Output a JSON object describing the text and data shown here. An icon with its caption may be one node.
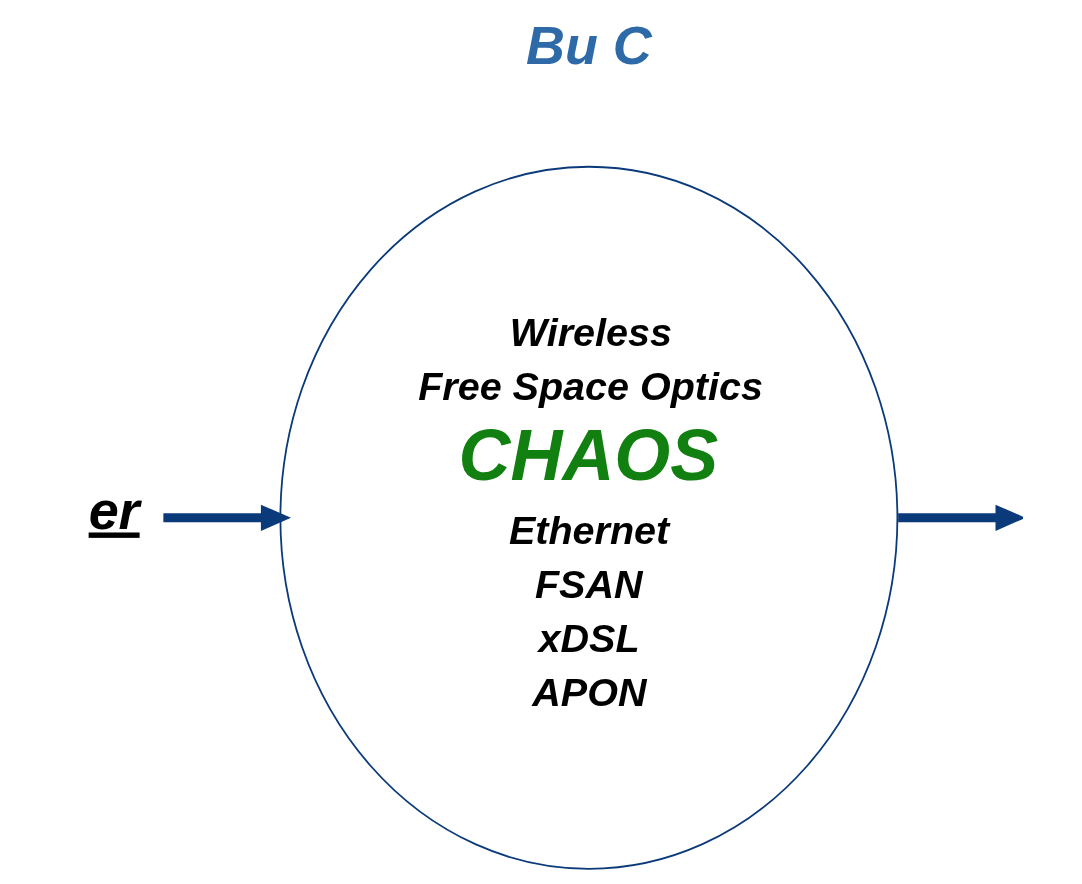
{
  "diagram": {
    "nodes": [
      {
        "text": [
          "er"
        ]
      },
      {
        "text": [
          "Wireless",
          "Free Space Optics",
          "CHAOS",
          "Ethernet",
          "FSAN",
          "xDSL",
          "APON"
        ]
      }
    ],
    "edges": [
      {
        "from": 0,
        "to": 1,
        "arrow": "to"
      },
      {
        "from": 1,
        "to": null,
        "arrow": "to"
      }
    ],
    "labels": [
      "Bu C"
    ]
  }
}
